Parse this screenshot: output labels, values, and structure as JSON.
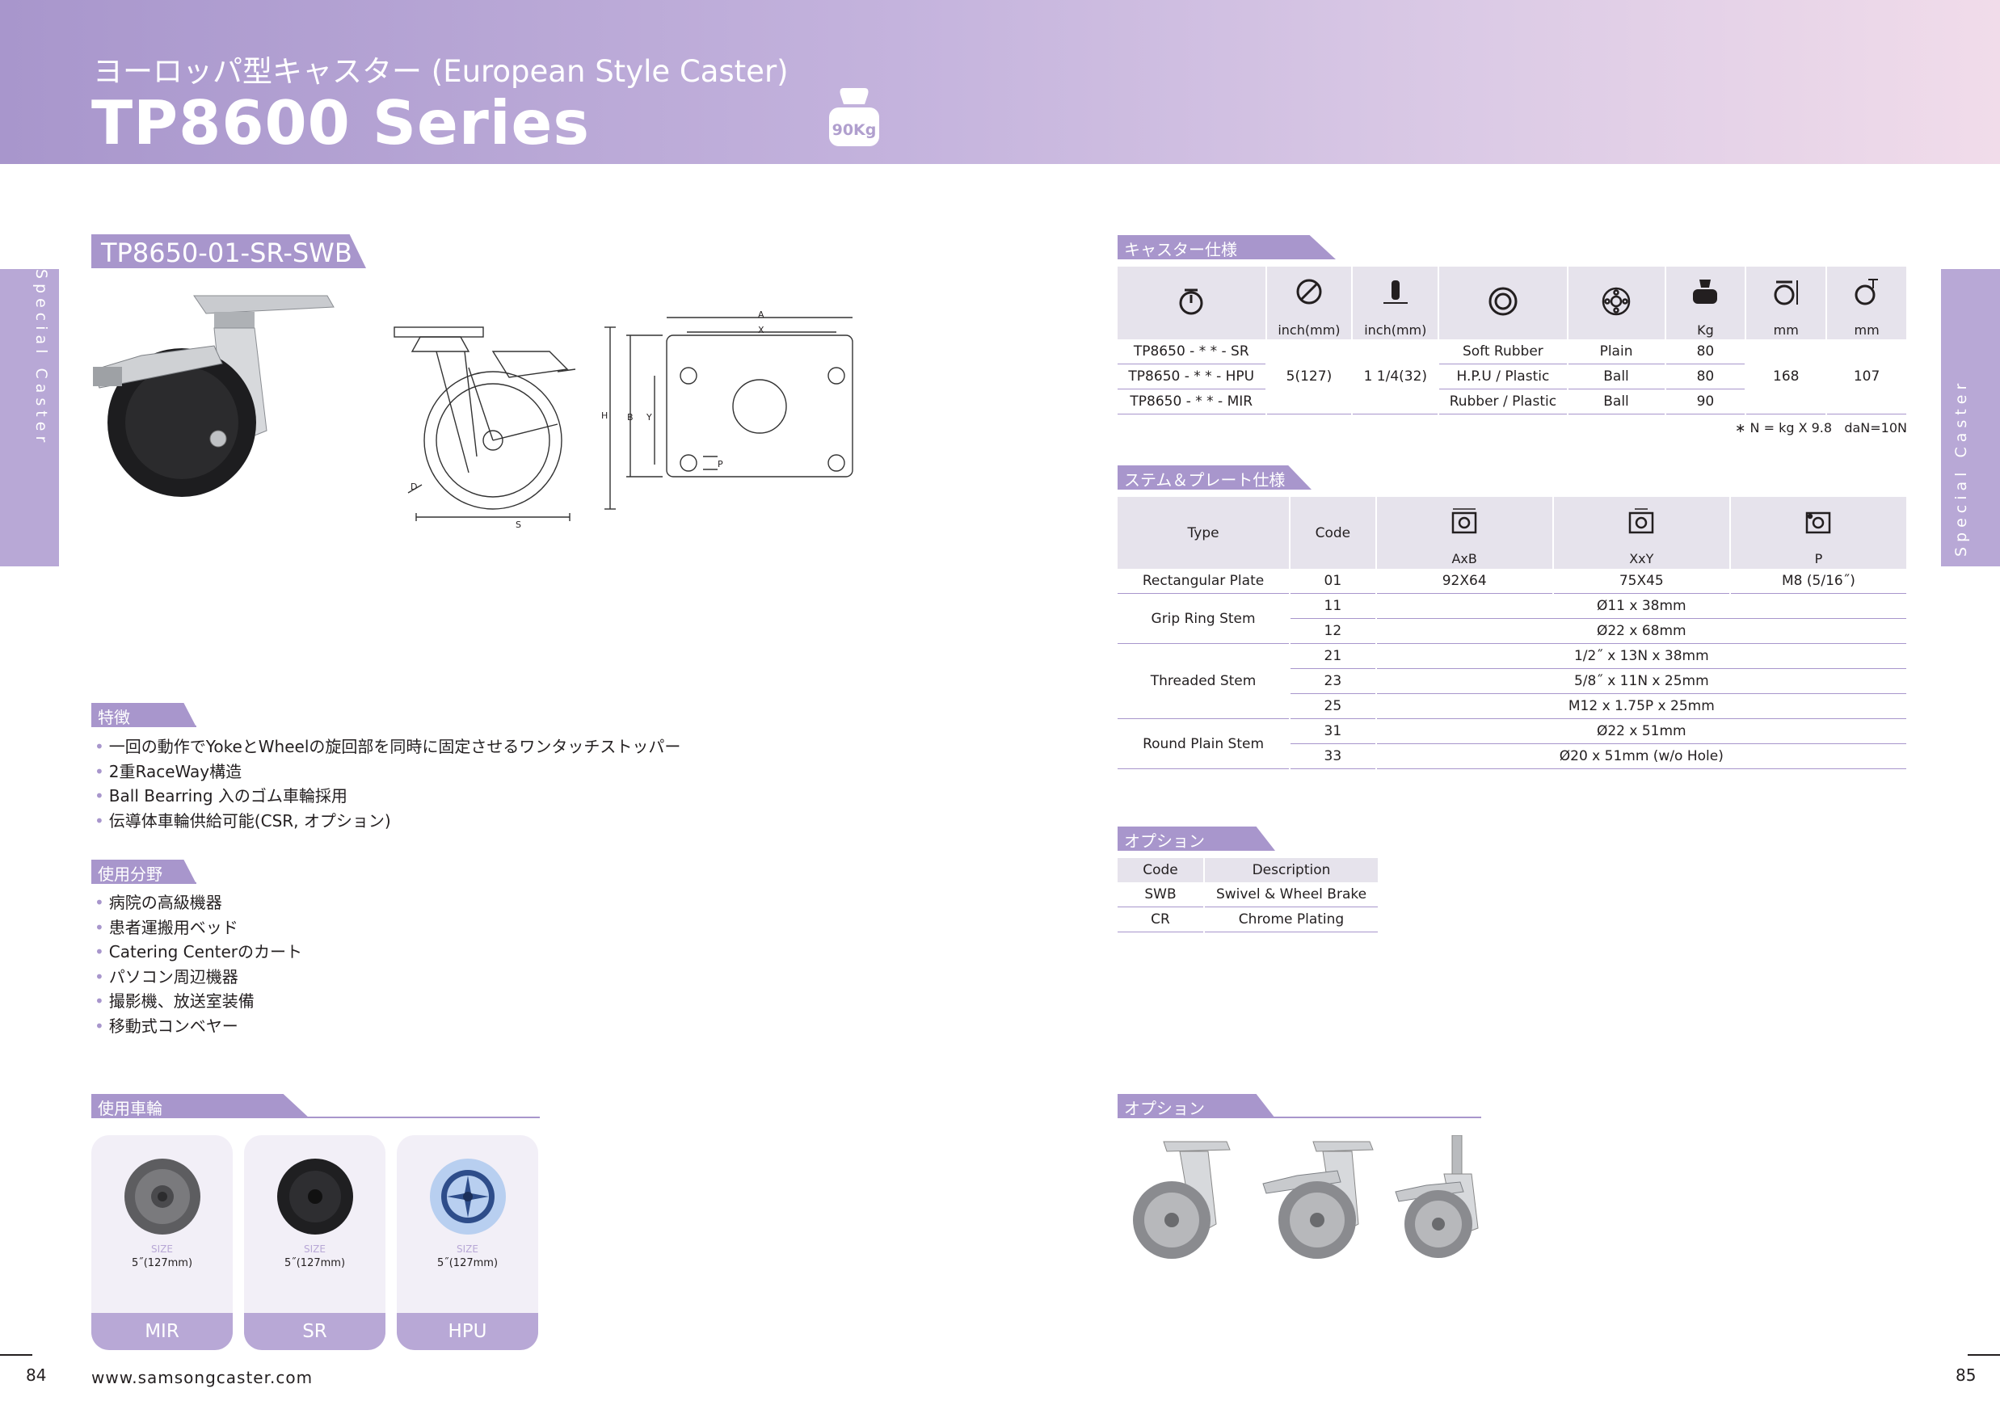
{
  "header": {
    "subtitle": "ヨーロッパ型キャスター (European Style Caster)",
    "title": "TP8600 Series",
    "weight": "90Kg"
  },
  "side_label": "Special Caster",
  "model": "TP8650-01-SR-SWB",
  "drawing_labels": {
    "a": "A",
    "x": "X",
    "h": "H",
    "b": "B",
    "y": "Y",
    "d": "D",
    "s": "S",
    "p": "P"
  },
  "features": {
    "title": "特徴",
    "items": [
      "一回の動作でYokeとWheelの旋回部を同時に固定させるワンタッチストッパー",
      "2重RaceWay構造",
      "Ball Bearring 入のゴム車輪採用",
      "伝導体車輪供給可能(CSR, オプション)"
    ]
  },
  "applications": {
    "title": "使用分野",
    "items": [
      "病院の高級機器",
      "患者運搬用ベッド",
      "Catering Centerのカート",
      "パソコン周辺機器",
      "撮影機、放送室装備",
      "移動式コンベヤー"
    ]
  },
  "wheels": {
    "title": "使用車輪",
    "size_label": "SIZE",
    "items": [
      {
        "name": "MIR",
        "size": "5˝(127mm)",
        "color": "#6f6f72"
      },
      {
        "name": "SR",
        "size": "5˝(127mm)",
        "color": "#2a2a2c"
      },
      {
        "name": "HPU",
        "size": "5˝(127mm)",
        "color": "#a9c6ea"
      }
    ]
  },
  "caster_spec": {
    "title": "キャスター仕様",
    "units": [
      "inch(mm)",
      "inch(mm)",
      "Kg",
      "mm",
      "mm"
    ],
    "rows": [
      {
        "model": "TP8650 - * * - SR",
        "tread": "Soft Rubber",
        "bearing": "Plain",
        "load": "80"
      },
      {
        "model": "TP8650 - * * - HPU",
        "tread": "H.P.U / Plastic",
        "bearing": "Ball",
        "load": "80"
      },
      {
        "model": "TP8650 - * * - MIR",
        "tread": "Rubber / Plastic",
        "bearing": "Ball",
        "load": "90"
      }
    ],
    "diameter": "5(127)",
    "width": "1 1/4(32)",
    "height": "168",
    "offset": "107",
    "note": "∗ N = kg X 9.8   daN=10N"
  },
  "stem_spec": {
    "title": "ステム＆プレート仕様",
    "headers": {
      "type": "Type",
      "code": "Code",
      "axb": "AxB",
      "xxy": "XxY",
      "p": "P"
    },
    "plate": {
      "type": "Rectangular Plate",
      "code": "01",
      "axb": "92X64",
      "xxy": "75X45",
      "p": "M8 (5/16˝)"
    },
    "groups": [
      {
        "type": "Grip Ring Stem",
        "rows": [
          {
            "code": "11",
            "spec": "Ø11 x 38mm"
          },
          {
            "code": "12",
            "spec": "Ø22 x 68mm"
          }
        ]
      },
      {
        "type": "Threaded Stem",
        "rows": [
          {
            "code": "21",
            "spec": "1/2˝ x 13N x 38mm"
          },
          {
            "code": "23",
            "spec": "5/8˝ x 11N x 25mm"
          },
          {
            "code": "25",
            "spec": "M12 x 1.75P x 25mm"
          }
        ]
      },
      {
        "type": "Round Plain Stem",
        "rows": [
          {
            "code": "31",
            "spec": "Ø22 x 51mm"
          },
          {
            "code": "33",
            "spec": "Ø20 x 51mm (w/o Hole)"
          }
        ]
      }
    ]
  },
  "options": {
    "title": "オプション",
    "headers": {
      "code": "Code",
      "desc": "Description"
    },
    "rows": [
      {
        "code": "SWB",
        "desc": "Swivel & Wheel Brake"
      },
      {
        "code": "CR",
        "desc": "Chrome Plating"
      }
    ]
  },
  "options_photos": {
    "title": "オプション"
  },
  "footer": {
    "url": "www.samsongcaster.com",
    "page_left": "84",
    "page_right": "85"
  }
}
